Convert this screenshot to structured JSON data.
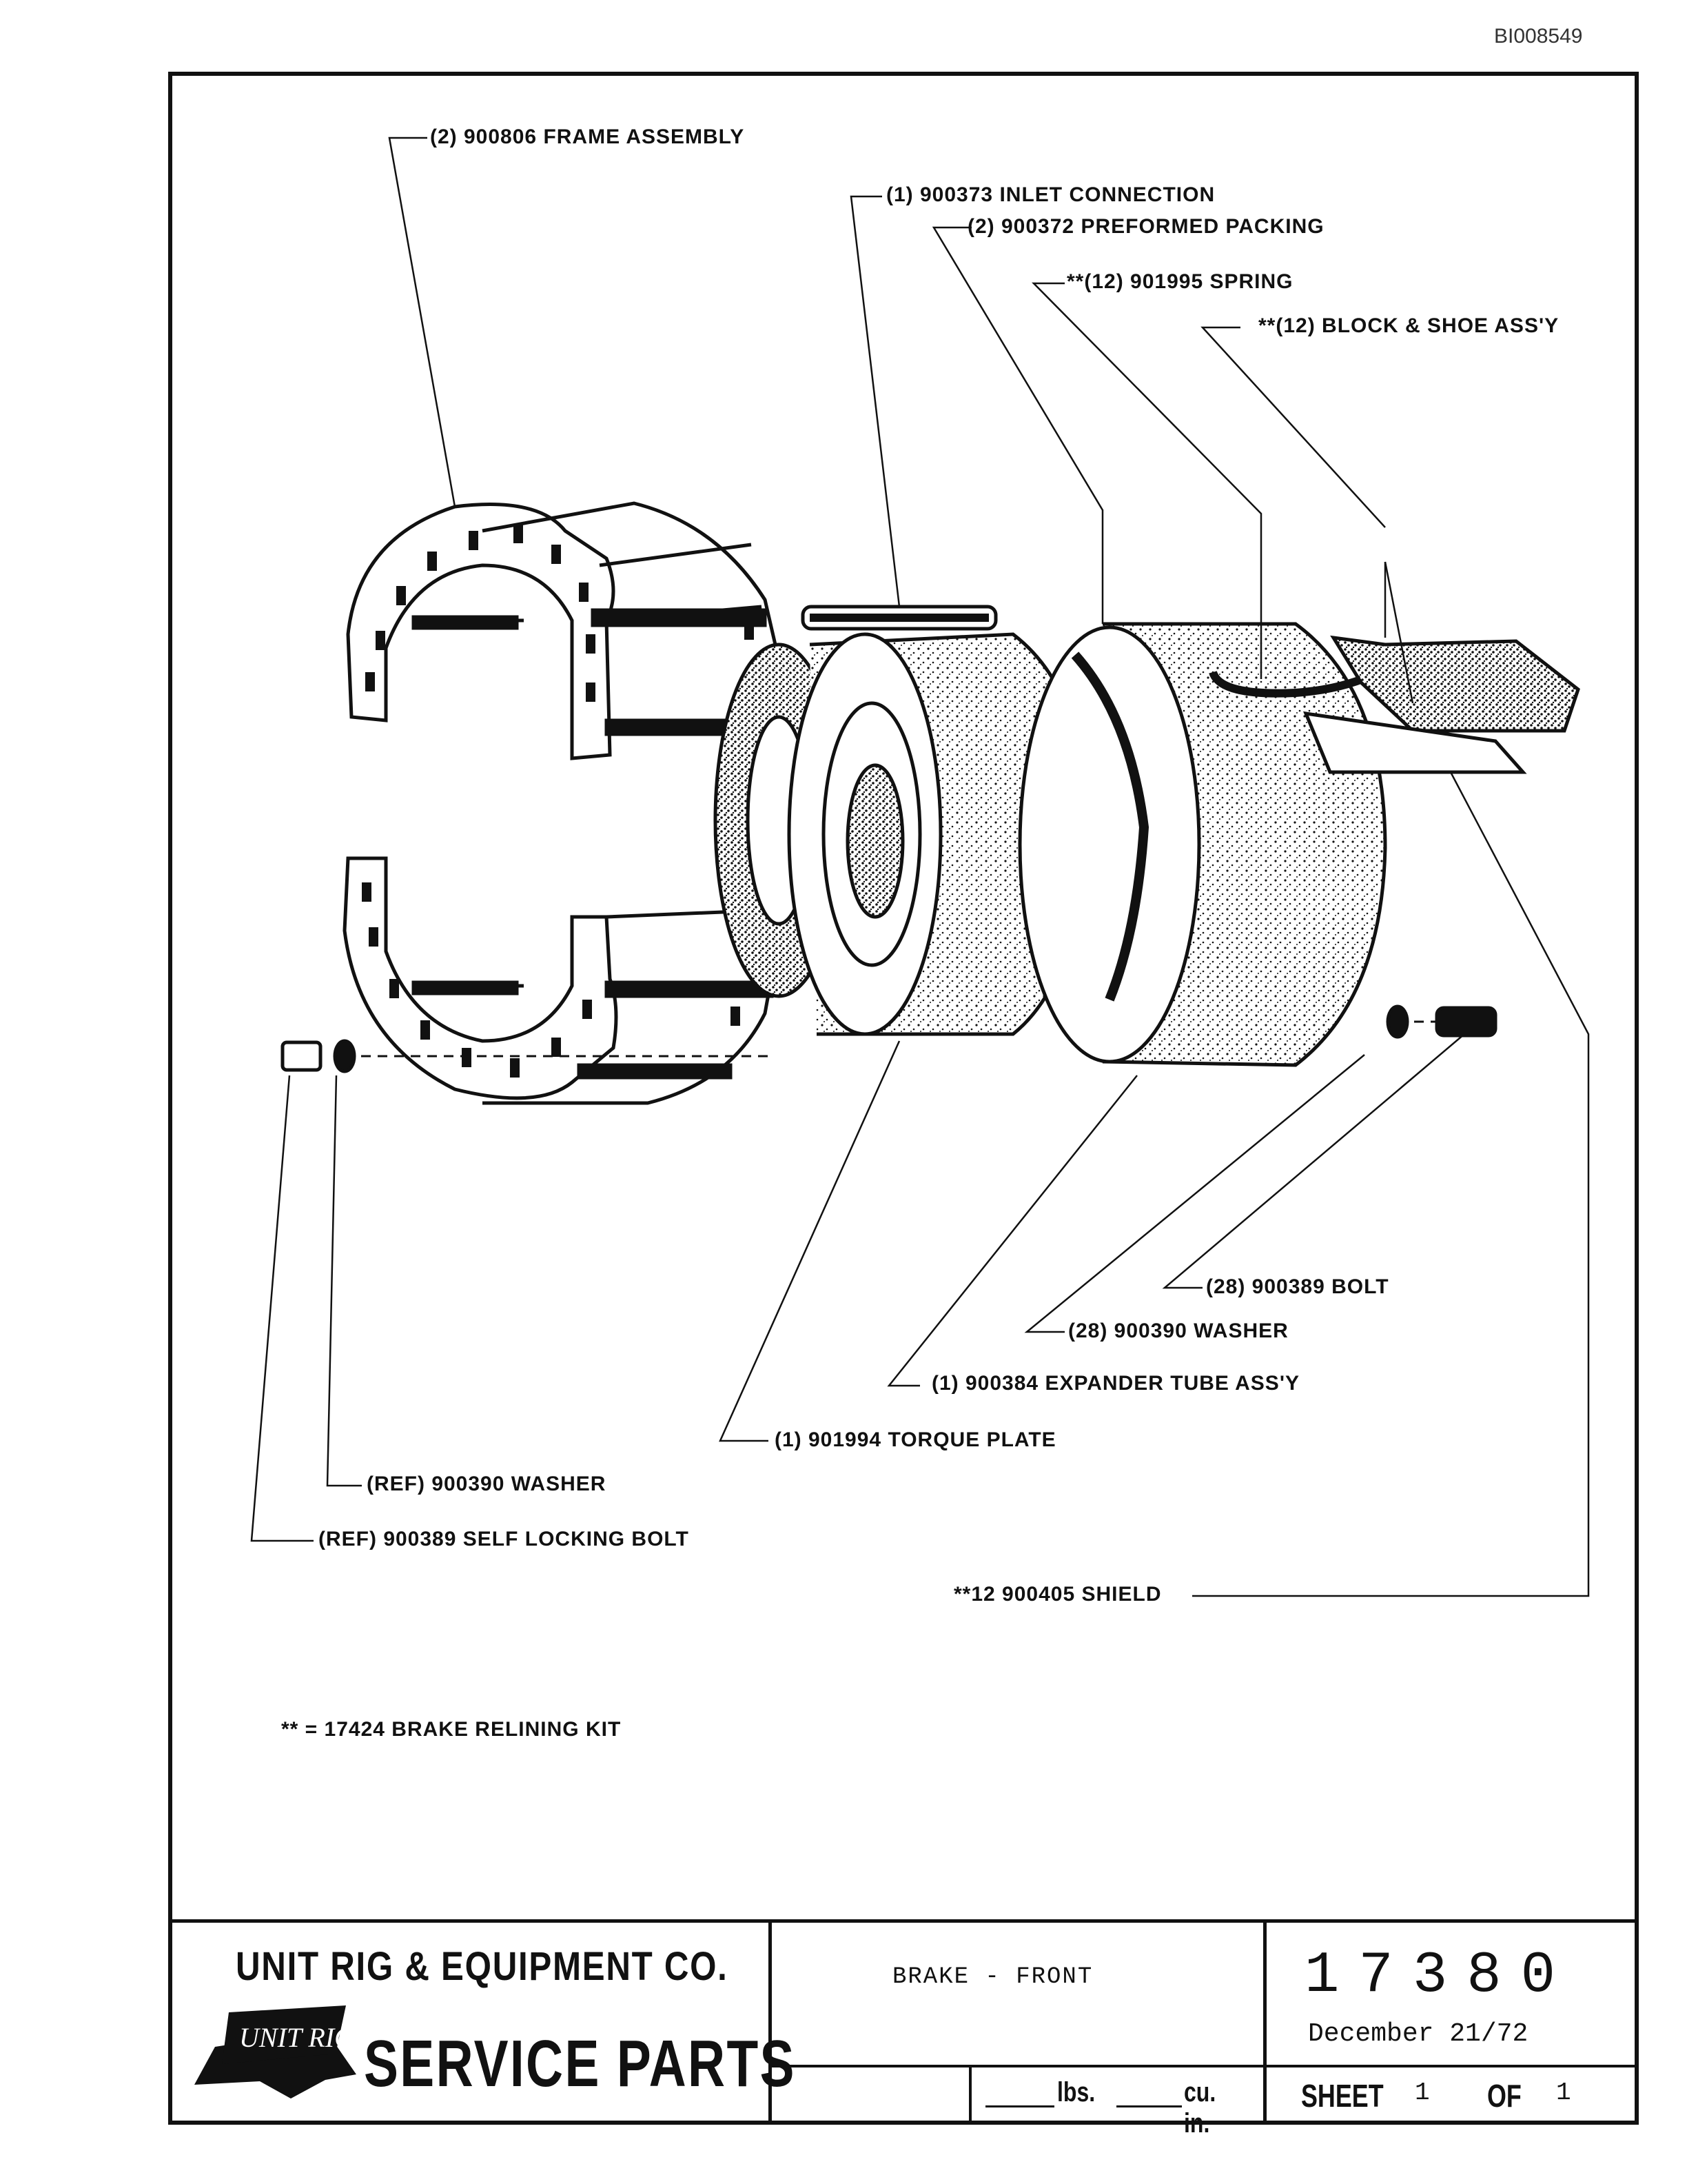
{
  "document_id": "BI008549",
  "labels": {
    "frame_assembly": "(2) 900806 FRAME ASSEMBLY",
    "inlet_connection": "(1) 900373 INLET CONNECTION",
    "preformed_packing": "(2) 900372 PREFORMED PACKING",
    "spring": "**(12) 901995 SPRING",
    "block_shoe": "**(12) BLOCK & SHOE ASS'Y",
    "bolt": "(28) 900389 BOLT",
    "washer": "(28) 900390 WASHER",
    "expander_tube": "(1) 900384 EXPANDER TUBE ASS'Y",
    "torque_plate": "(1) 901994 TORQUE PLATE",
    "ref_washer": "(REF) 900390 WASHER",
    "ref_bolt": "(REF) 900389 SELF LOCKING BOLT",
    "shield": "**12  900405 SHIELD",
    "kit_note": "** = 17424 BRAKE RELINING KIT"
  },
  "title_block": {
    "company": "UNIT RIG & EQUIPMENT CO.",
    "logo_text": "UNIT RIG",
    "service_parts": "SERVICE PARTS",
    "description": "BRAKE - FRONT",
    "part_number": "17380",
    "date": "December 21/72",
    "lbs_suffix": "lbs.",
    "cuin_suffix": "cu. in.",
    "sheet_label": "SHEET",
    "sheet_number": "1",
    "of_label": "OF",
    "sheet_total": "1"
  },
  "colors": {
    "ink": "#111111",
    "paper": "#ffffff"
  }
}
